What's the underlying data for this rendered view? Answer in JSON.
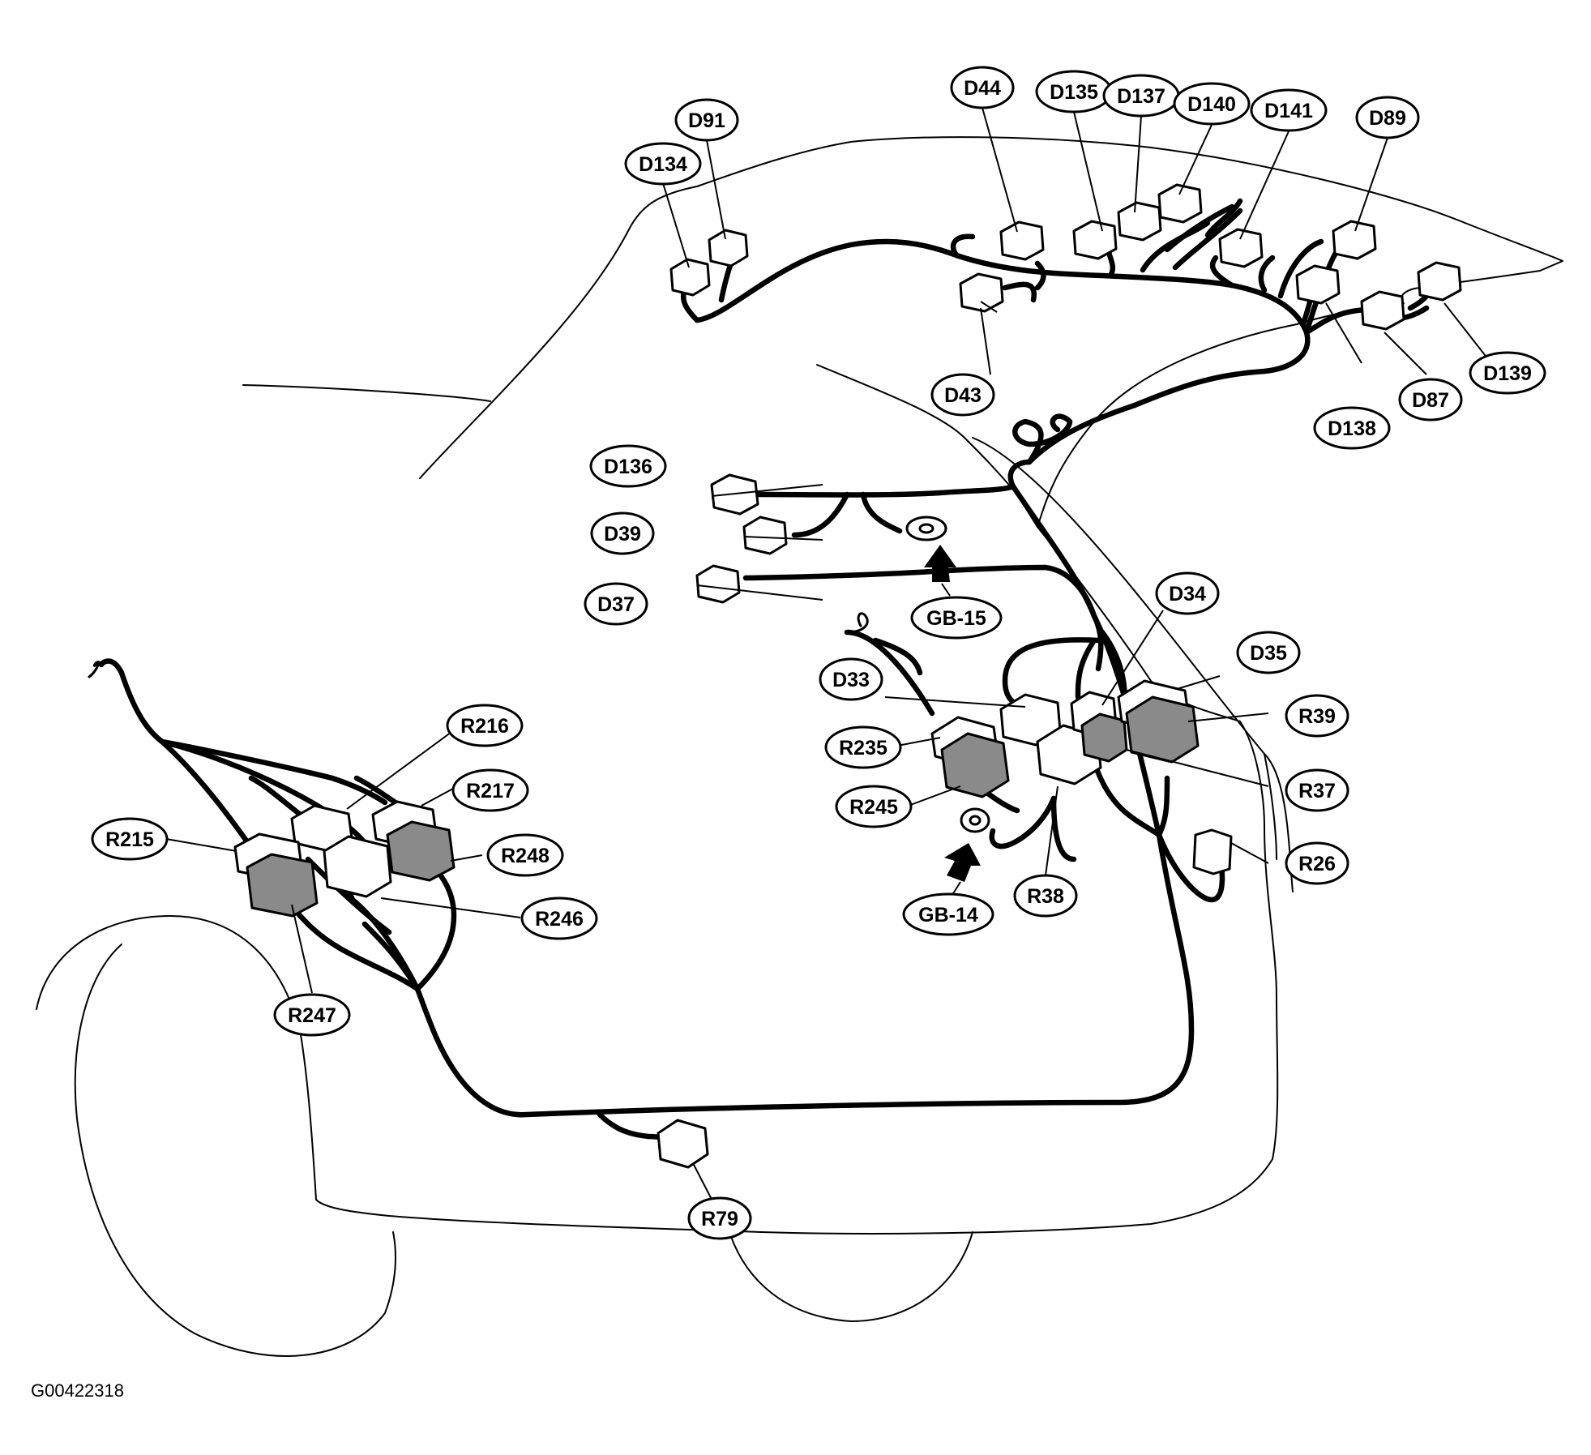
{
  "figure_id": "G00422318",
  "callouts": [
    {
      "id": "D44",
      "label": "D44"
    },
    {
      "id": "D135",
      "label": "D135"
    },
    {
      "id": "D137",
      "label": "D137"
    },
    {
      "id": "D140",
      "label": "D140"
    },
    {
      "id": "D141",
      "label": "D141"
    },
    {
      "id": "D89",
      "label": "D89"
    },
    {
      "id": "D91",
      "label": "D91"
    },
    {
      "id": "D134",
      "label": "D134"
    },
    {
      "id": "D43",
      "label": "D43"
    },
    {
      "id": "D139",
      "label": "D139"
    },
    {
      "id": "D87",
      "label": "D87"
    },
    {
      "id": "D138",
      "label": "D138"
    },
    {
      "id": "D136",
      "label": "D136"
    },
    {
      "id": "D39",
      "label": "D39"
    },
    {
      "id": "D37",
      "label": "D37"
    },
    {
      "id": "GB-15",
      "label": "GB-15"
    },
    {
      "id": "D34",
      "label": "D34"
    },
    {
      "id": "D35",
      "label": "D35"
    },
    {
      "id": "D33",
      "label": "D33"
    },
    {
      "id": "R39",
      "label": "R39"
    },
    {
      "id": "R235",
      "label": "R235"
    },
    {
      "id": "R37",
      "label": "R37"
    },
    {
      "id": "R245",
      "label": "R245"
    },
    {
      "id": "R26",
      "label": "R26"
    },
    {
      "id": "GB-14",
      "label": "GB-14"
    },
    {
      "id": "R38",
      "label": "R38"
    },
    {
      "id": "R216",
      "label": "R216"
    },
    {
      "id": "R217",
      "label": "R217"
    },
    {
      "id": "R215",
      "label": "R215"
    },
    {
      "id": "R248",
      "label": "R248"
    },
    {
      "id": "R246",
      "label": "R246"
    },
    {
      "id": "R247",
      "label": "R247"
    },
    {
      "id": "R79",
      "label": "R79"
    }
  ]
}
